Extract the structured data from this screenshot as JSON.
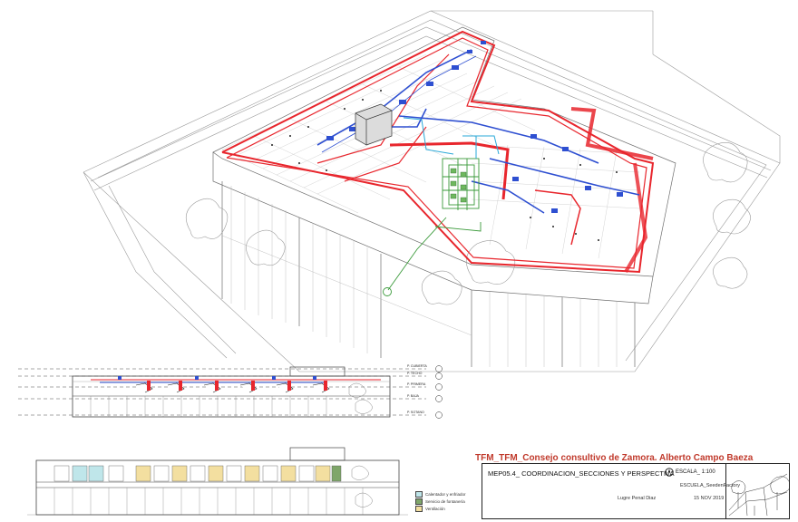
{
  "project": {
    "title": "TFM_TFM_Consejo consultivo de Zamora. Alberto Campo Baeza"
  },
  "title_block": {
    "sheet": "MEP05.4_  COORDINACION_SECCIONES Y PERSPECTIVA",
    "scale": "ESCALA_  1:100",
    "school": "ESCUELA_SeedenFactory",
    "author": "Lugre Penal Diaz",
    "date": "15 NOV 2019"
  },
  "legend": {
    "items": [
      {
        "label": "Calentador y enfriador",
        "color": "#bfe6ea"
      },
      {
        "label": "Servicio de fontanería",
        "color": "#7fa66a"
      },
      {
        "label": "Ventilación",
        "color": "#f3dfa0"
      }
    ]
  },
  "section_levels": {
    "items": [
      {
        "label": "P. CUBIERTA"
      },
      {
        "label": "P. TECHO"
      },
      {
        "label": "P. PRIMERA"
      },
      {
        "label": "P. BAJA"
      },
      {
        "label": "P. SOTANO"
      }
    ]
  },
  "colors": {
    "supply_duct": "#e8262d",
    "return_duct": "#2e4fd1",
    "water_pipe": "#3a9a3a",
    "line": "#8a8a8a"
  },
  "icons": {
    "compass": "north-arrow-icon",
    "section_marker": "section-marker-icon"
  }
}
